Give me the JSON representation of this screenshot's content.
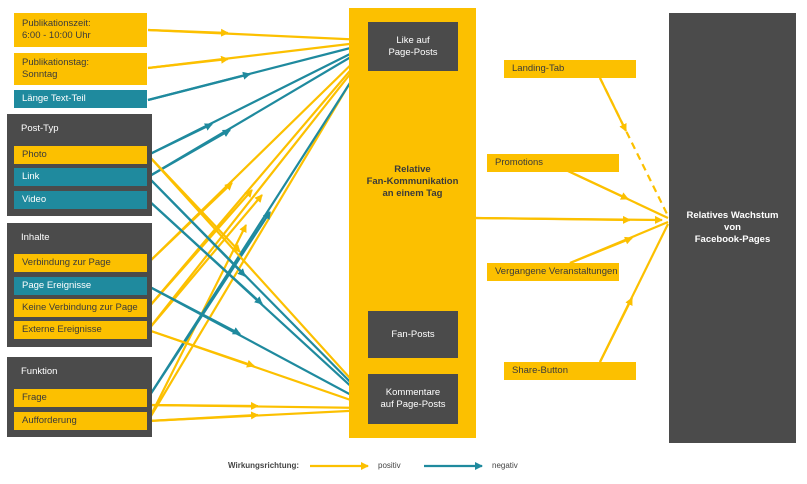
{
  "left": {
    "publikationszeit": "Publikationszeit:\n6:00 - 10:00 Uhr",
    "publikationstag": "Publikationstag:\nSonntag",
    "laenge_text": "Länge Text-Teil",
    "posttyp": {
      "title": "Post-Typ",
      "items": [
        "Photo",
        "Link",
        "Video"
      ]
    },
    "inhalte": {
      "title": "Inhalte",
      "items": [
        "Verbindung zur Page",
        "Page Ereignisse",
        "Keine Verbindung zur Page",
        "Externe Ereignisse"
      ]
    },
    "funktion": {
      "title": "Funktion",
      "items": [
        "Frage",
        "Aufforderung"
      ]
    }
  },
  "middle": {
    "like": "Like auf\nPage-Posts",
    "relative": "Relative\nFan-Kommunikation\nan einem Tag",
    "fanposts": "Fan-Posts",
    "kommentare": "Kommentare\nauf Page-Posts"
  },
  "right": {
    "landing_tab": "Landing-Tab",
    "promotions": "Promotions",
    "veranstaltungen": "Vergangene Veranstaltungen",
    "share": "Share-Button",
    "wachstum": "Relatives Wachstum\nvon\nFacebook-Pages"
  },
  "legend": {
    "title": "Wirkungsrichtung:",
    "positiv": "positiv",
    "negativ": "negativ"
  },
  "colors": {
    "positive": "#fcc000",
    "negative": "#1f8a9e",
    "dark": "#4b4b4b"
  }
}
